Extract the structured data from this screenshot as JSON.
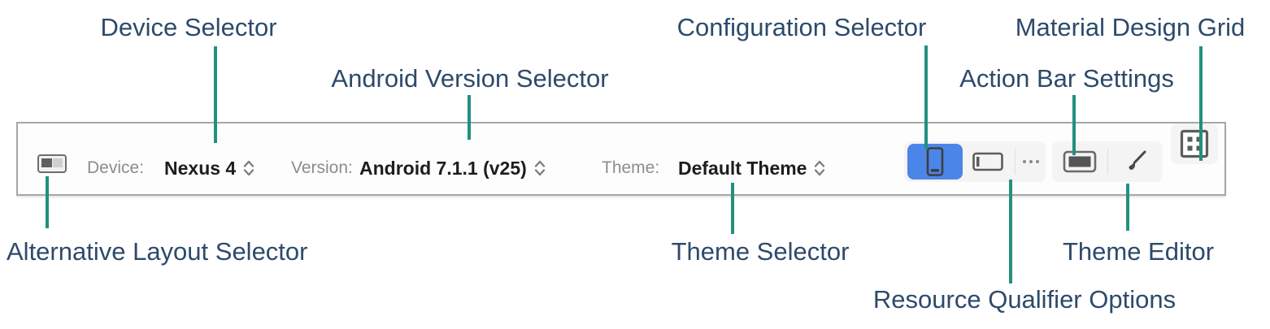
{
  "annotations": {
    "device_selector": "Device Selector",
    "android_version_selector": "Android Version Selector",
    "configuration_selector": "Configuration Selector",
    "action_bar_settings": "Action Bar Settings",
    "material_design_grid": "Material Design Grid",
    "alternative_layout_selector": "Alternative Layout Selector",
    "theme_selector": "Theme Selector",
    "theme_editor": "Theme Editor",
    "resource_qualifier_options": "Resource Qualifier Options"
  },
  "toolbar": {
    "device_label": "Device:",
    "device_value": "Nexus 4",
    "version_label": "Version:",
    "version_value": "Android 7.1.1 (v25)",
    "theme_label": "Theme:",
    "theme_value": "Default Theme"
  },
  "icons": {
    "alternative_layout": "layout-variant-icon",
    "dropdown_spinner": "updown-chevrons-icon",
    "portrait": "portrait-phone-icon",
    "landscape": "landscape-phone-icon",
    "overflow": "ellipsis-icon",
    "action_bar": "action-bar-icon",
    "theme_editor": "paintbrush-icon",
    "material_grid": "material-grid-icon"
  },
  "colors": {
    "annotation_text": "#2d4a6b",
    "leader_line": "#23907e",
    "toolbar_border": "#a3a8ac",
    "selected_button": "#4c85e8",
    "muted_label": "#8c8c8c",
    "value_text": "#1d1d1d"
  }
}
